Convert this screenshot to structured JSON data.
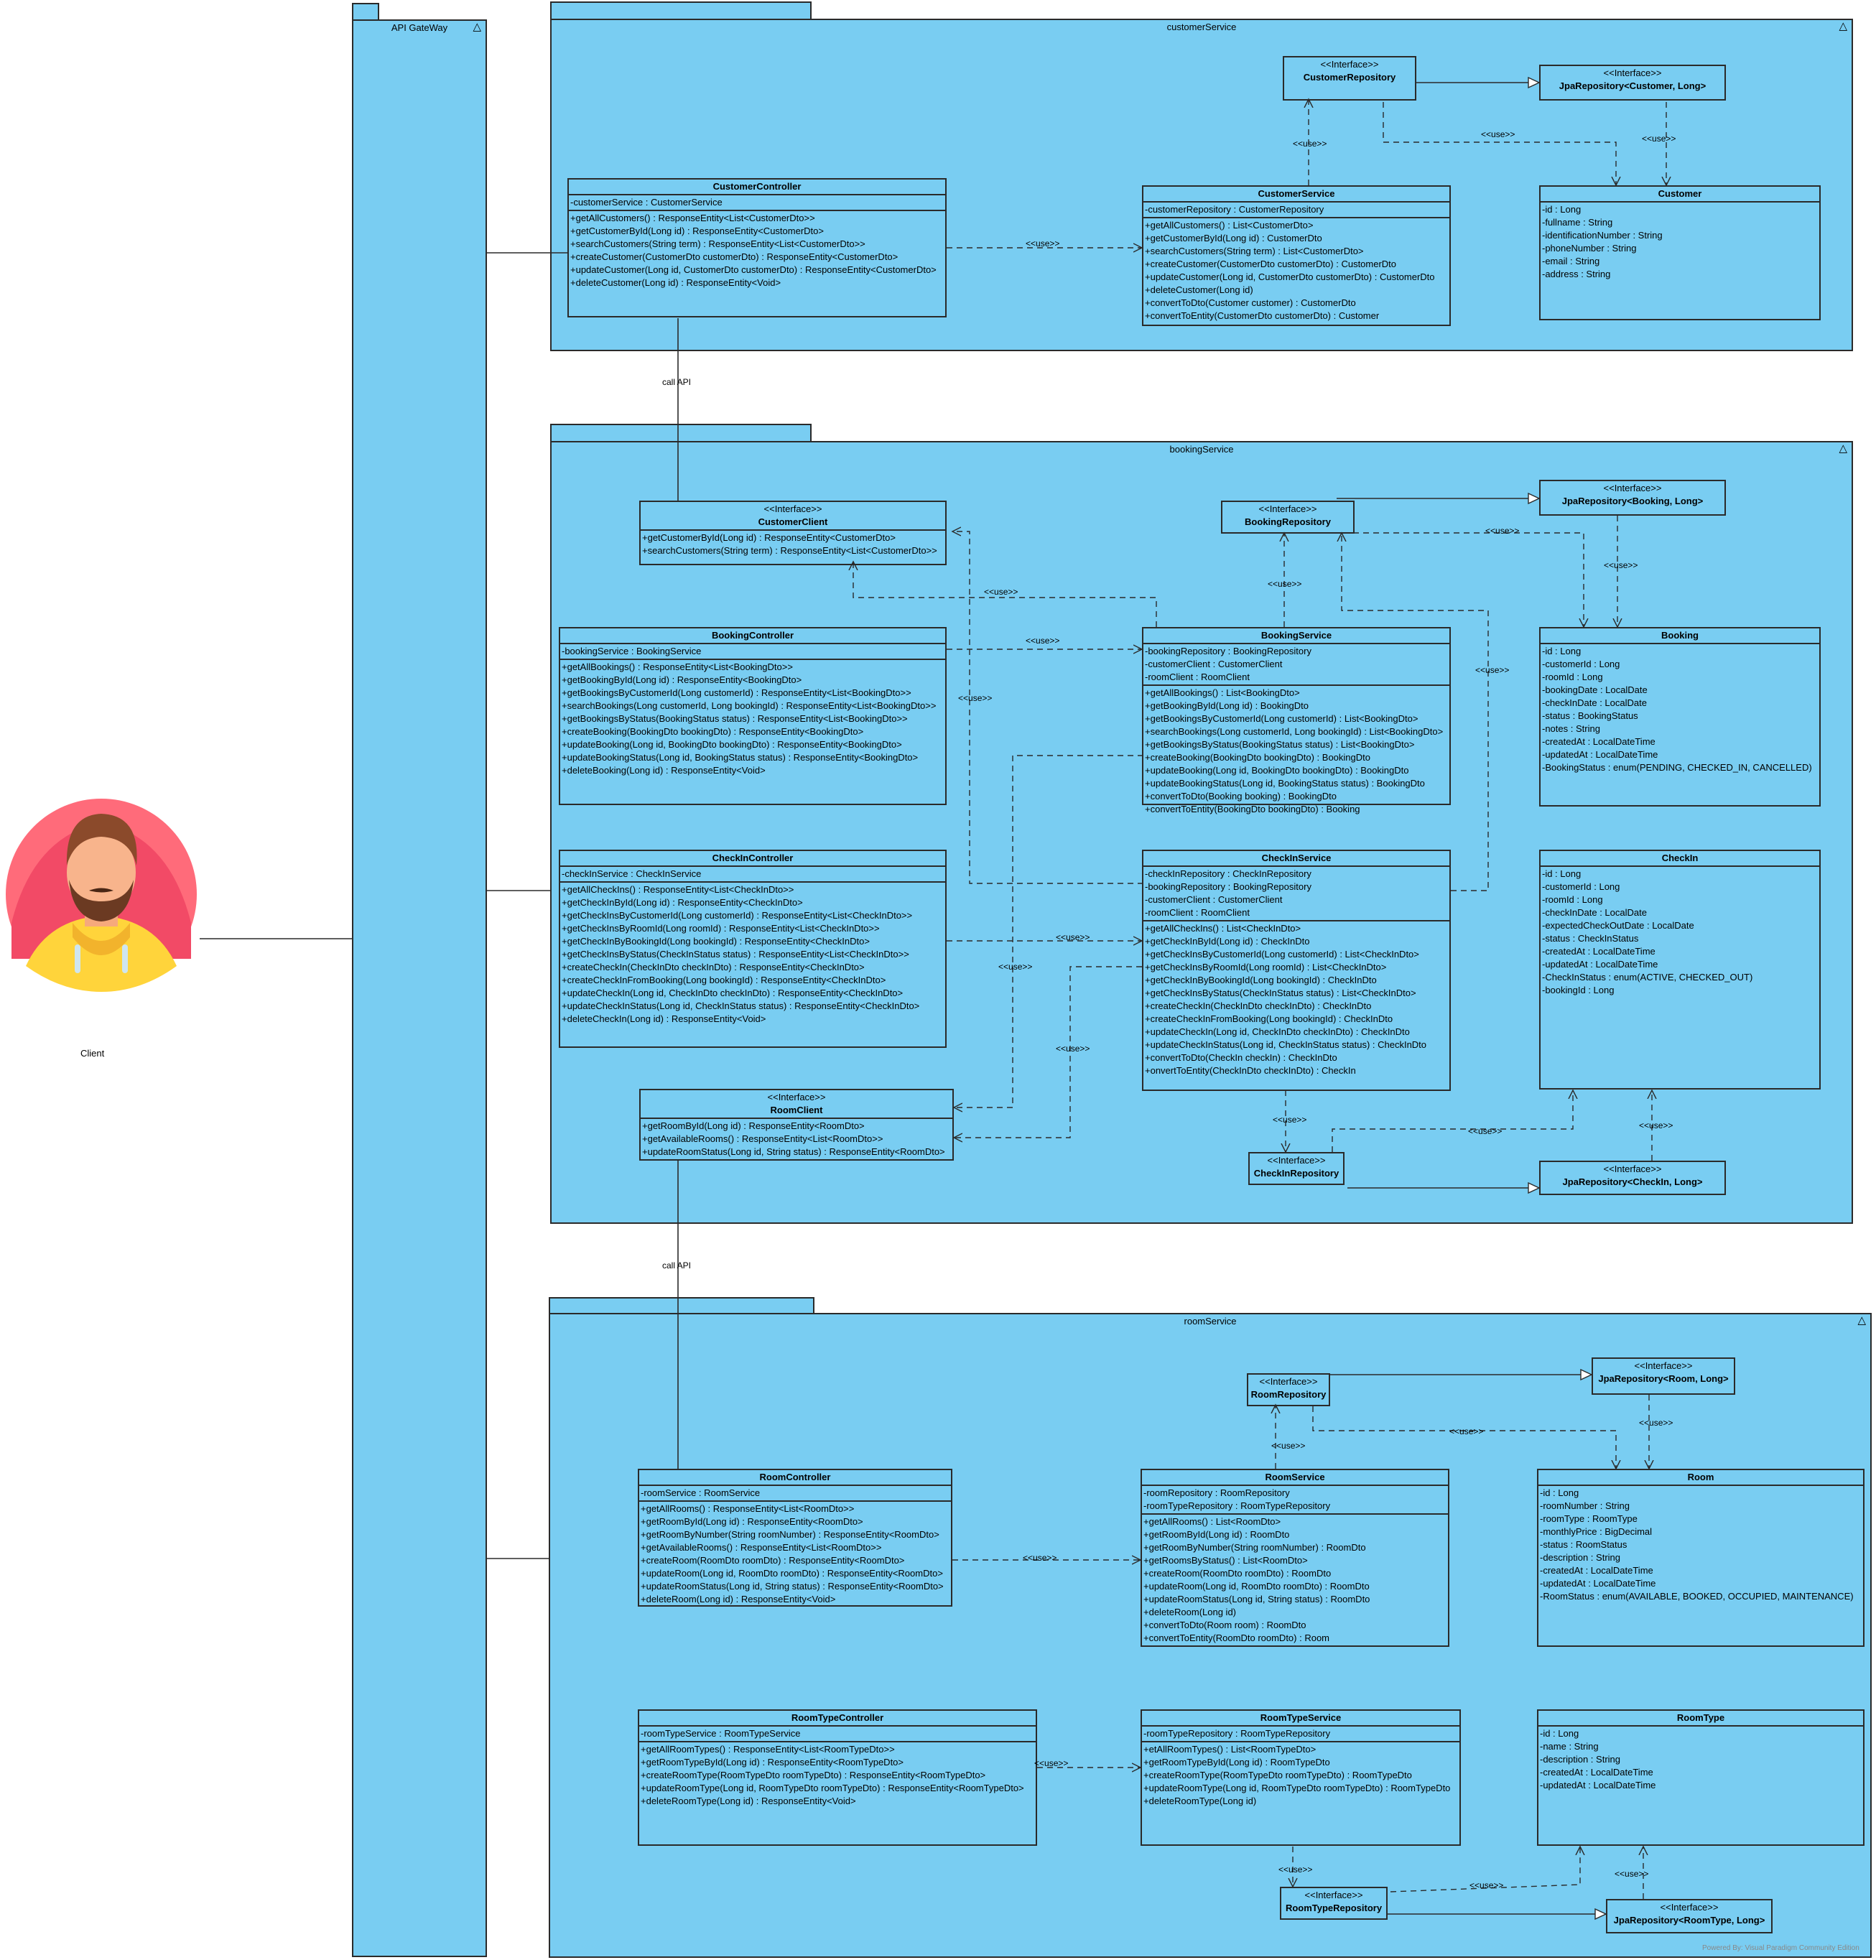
{
  "actor": {
    "label": "Client"
  },
  "gateway": {
    "title": "API GateWay"
  },
  "packages": {
    "customer": {
      "title": "customerService"
    },
    "booking": {
      "title": "bookingService"
    },
    "room": {
      "title": "roomService"
    }
  },
  "classes": {
    "customerController": {
      "name": "CustomerController",
      "attrs": [
        "-customerService : CustomerService"
      ],
      "ops": [
        "+getAllCustomers() : ResponseEntity<List<CustomerDto>>",
        "+getCustomerById(Long id) : ResponseEntity<CustomerDto>",
        "+searchCustomers(String term) : ResponseEntity<List<CustomerDto>>",
        "+createCustomer(CustomerDto customerDto) : ResponseEntity<CustomerDto>",
        "+updateCustomer(Long id, CustomerDto customerDto) : ResponseEntity<CustomerDto>",
        "+deleteCustomer(Long id) : ResponseEntity<Void>"
      ]
    },
    "customerRepository": {
      "stereo": "<<Interface>>",
      "name": "CustomerRepository"
    },
    "jpaCustomer": {
      "stereo": "<<Interface>>",
      "name": "JpaRepository<Customer, Long>"
    },
    "customerService": {
      "name": "CustomerService",
      "attrs": [
        "-customerRepository : CustomerRepository"
      ],
      "ops": [
        "+getAllCustomers() : List<CustomerDto>",
        "+getCustomerById(Long id) : CustomerDto",
        "+searchCustomers(String term) : List<CustomerDto>",
        "+createCustomer(CustomerDto customerDto) : CustomerDto",
        "+updateCustomer(Long id, CustomerDto customerDto) : CustomerDto",
        "+deleteCustomer(Long id)",
        "+convertToDto(Customer customer) : CustomerDto",
        "+convertToEntity(CustomerDto customerDto) : Customer"
      ]
    },
    "customer": {
      "name": "Customer",
      "attrs": [
        "-id : Long",
        "-fullname : String",
        "-identificationNumber : String",
        "-phoneNumber : String",
        "-email : String",
        "-address : String"
      ]
    },
    "customerClient": {
      "stereo": "<<Interface>>",
      "name": "CustomerClient",
      "ops": [
        "+getCustomerById(Long id) : ResponseEntity<CustomerDto>",
        "+searchCustomers(String term) : ResponseEntity<List<CustomerDto>>"
      ]
    },
    "bookingRepository": {
      "stereo": "<<Interface>>",
      "name": "BookingRepository"
    },
    "jpaBooking": {
      "stereo": "<<Interface>>",
      "name": "JpaRepository<Booking, Long>"
    },
    "bookingController": {
      "name": "BookingController",
      "attrs": [
        "-bookingService : BookingService"
      ],
      "ops": [
        "+getAllBookings() : ResponseEntity<List<BookingDto>>",
        "+getBookingById(Long id) : ResponseEntity<BookingDto>",
        "+getBookingsByCustomerId(Long customerId) : ResponseEntity<List<BookingDto>>",
        "+searchBookings(Long customerId, Long bookingId) : ResponseEntity<List<BookingDto>>",
        "+getBookingsByStatus(BookingStatus status) : ResponseEntity<List<BookingDto>>",
        "+createBooking(BookingDto bookingDto) : ResponseEntity<BookingDto>",
        "+updateBooking(Long id, BookingDto bookingDto) : ResponseEntity<BookingDto>",
        "+updateBookingStatus(Long id, BookingStatus status) : ResponseEntity<BookingDto>",
        "+deleteBooking(Long id) : ResponseEntity<Void>"
      ]
    },
    "bookingService": {
      "name": "BookingService",
      "attrs": [
        "-bookingRepository : BookingRepository",
        "-customerClient : CustomerClient",
        "-roomClient : RoomClient"
      ],
      "ops": [
        "+getAllBookings() : List<BookingDto>",
        "+getBookingById(Long id) : BookingDto",
        "+getBookingsByCustomerId(Long customerId) : List<BookingDto>",
        "+searchBookings(Long customerId, Long bookingId) : List<BookingDto>",
        "+getBookingsByStatus(BookingStatus status) : List<BookingDto>",
        "+createBooking(BookingDto bookingDto) : BookingDto",
        "+updateBooking(Long id, BookingDto bookingDto) : BookingDto",
        "+updateBookingStatus(Long id, BookingStatus status) : BookingDto",
        "+convertToDto(Booking booking) : BookingDto",
        "+convertToEntity(BookingDto bookingDto) : Booking"
      ]
    },
    "booking": {
      "name": "Booking",
      "attrs": [
        "-id : Long",
        "-customerId : Long",
        "-roomId : Long",
        "-bookingDate : LocalDate",
        "-checkInDate : LocalDate",
        "-status : BookingStatus",
        "-notes : String",
        "-createdAt : LocalDateTime",
        "-updatedAt : LocalDateTime",
        "-BookingStatus : enum(PENDING, CHECKED_IN, CANCELLED)"
      ]
    },
    "checkInController": {
      "name": "CheckInController",
      "attrs": [
        "-checkInService : CheckInService"
      ],
      "ops": [
        "+getAllCheckIns() : ResponseEntity<List<CheckInDto>>",
        "+getCheckInById(Long id) : ResponseEntity<CheckInDto>",
        "+getCheckInsByCustomerId(Long customerId) : ResponseEntity<List<CheckInDto>>",
        "+getCheckInsByRoomId(Long roomId) : ResponseEntity<List<CheckInDto>>",
        "+getCheckInByBookingId(Long bookingId) : ResponseEntity<CheckInDto>",
        "+getCheckInsByStatus(CheckInStatus status) : ResponseEntity<List<CheckInDto>>",
        "+createCheckIn(CheckInDto checkInDto) : ResponseEntity<CheckInDto>",
        "+createCheckInFromBooking(Long bookingId) : ResponseEntity<CheckInDto>",
        "+updateCheckIn(Long id, CheckInDto checkInDto) : ResponseEntity<CheckInDto>",
        "+updateCheckInStatus(Long id, CheckInStatus status) : ResponseEntity<CheckInDto>",
        "+deleteCheckIn(Long id) : ResponseEntity<Void>"
      ]
    },
    "checkInService": {
      "name": "CheckInService",
      "attrs": [
        "-checkInRepository : CheckInRepository",
        "-bookingRepository : BookingRepository",
        "-customerClient : CustomerClient",
        "-roomClient : RoomClient"
      ],
      "ops": [
        "+getAllCheckIns() : List<CheckInDto>",
        "+getCheckInById(Long id) : CheckInDto",
        "+getCheckInsByCustomerId(Long customerId) : List<CheckInDto>",
        "+getCheckInsByRoomId(Long roomId) : List<CheckInDto>",
        "+getCheckInByBookingId(Long bookingId) : CheckInDto",
        "+getCheckInsByStatus(CheckInStatus status) : List<CheckInDto>",
        "+createCheckIn(CheckInDto checkInDto) : CheckInDto",
        "+createCheckInFromBooking(Long bookingId) : CheckInDto",
        "+updateCheckIn(Long id, CheckInDto checkInDto) : CheckInDto",
        "+updateCheckInStatus(Long id, CheckInStatus status) : CheckInDto",
        "+convertToDto(CheckIn checkIn) : CheckInDto",
        "+onvertToEntity(CheckInDto checkInDto) : CheckIn"
      ]
    },
    "checkIn": {
      "name": "CheckIn",
      "attrs": [
        "-id : Long",
        "-customerId : Long",
        "-roomId : Long",
        "-checkInDate : LocalDate",
        "-expectedCheckOutDate : LocalDate",
        "-status : CheckInStatus",
        "-createdAt : LocalDateTime",
        "-updatedAt : LocalDateTime",
        "-CheckInStatus : enum(ACTIVE, CHECKED_OUT)",
        "-bookingId : Long"
      ]
    },
    "roomClient": {
      "stereo": "<<Interface>>",
      "name": "RoomClient",
      "ops": [
        "+getRoomById(Long id) : ResponseEntity<RoomDto>",
        "+getAvailableRooms() : ResponseEntity<List<RoomDto>>",
        "+updateRoomStatus(Long id, String status) : ResponseEntity<RoomDto>"
      ]
    },
    "checkInRepository": {
      "stereo": "<<Interface>>",
      "name": "CheckInRepository"
    },
    "jpaCheckIn": {
      "stereo": "<<Interface>>",
      "name": "JpaRepository<CheckIn, Long>"
    },
    "roomRepository": {
      "stereo": "<<Interface>>",
      "name": "RoomRepository"
    },
    "jpaRoom": {
      "stereo": "<<Interface>>",
      "name": "JpaRepository<Room, Long>"
    },
    "roomController": {
      "name": "RoomController",
      "attrs": [
        "-roomService : RoomService"
      ],
      "ops": [
        "+getAllRooms() : ResponseEntity<List<RoomDto>>",
        "+getRoomById(Long id) : ResponseEntity<RoomDto>",
        "+getRoomByNumber(String roomNumber) : ResponseEntity<RoomDto>",
        "+getAvailableRooms() : ResponseEntity<List<RoomDto>>",
        "+createRoom(RoomDto roomDto) : ResponseEntity<RoomDto>",
        "+updateRoom(Long id, RoomDto roomDto) : ResponseEntity<RoomDto>",
        "+updateRoomStatus(Long id, String status) : ResponseEntity<RoomDto>",
        "+deleteRoom(Long id) : ResponseEntity<Void>"
      ]
    },
    "roomService": {
      "name": "RoomService",
      "attrs": [
        "-roomRepository : RoomRepository",
        "-roomTypeRepository : RoomTypeRepository"
      ],
      "ops": [
        "+getAllRooms() : List<RoomDto>",
        "+getRoomById(Long id) : RoomDto",
        "+getRoomByNumber(String roomNumber) : RoomDto",
        "+getRoomsByStatus() : List<RoomDto>",
        "+createRoom(RoomDto roomDto) : RoomDto",
        "+updateRoom(Long id, RoomDto roomDto) : RoomDto",
        "+updateRoomStatus(Long id, String status) : RoomDto",
        "+deleteRoom(Long id)",
        "+convertToDto(Room room) : RoomDto",
        "+convertToEntity(RoomDto roomDto) : Room"
      ]
    },
    "room": {
      "name": "Room",
      "attrs": [
        "-id : Long",
        "-roomNumber : String",
        "-roomType : RoomType",
        "-monthlyPrice : BigDecimal",
        "-status : RoomStatus",
        "-description : String",
        "-createdAt : LocalDateTime",
        "-updatedAt : LocalDateTime",
        "-RoomStatus : enum(AVAILABLE, BOOKED, OCCUPIED, MAINTENANCE)"
      ]
    },
    "roomTypeController": {
      "name": "RoomTypeController",
      "attrs": [
        "-roomTypeService : RoomTypeService"
      ],
      "ops": [
        "+getAllRoomTypes() : ResponseEntity<List<RoomTypeDto>>",
        "+getRoomTypeById(Long id) : ResponseEntity<RoomTypeDto>",
        "+createRoomType(RoomTypeDto roomTypeDto) : ResponseEntity<RoomTypeDto>",
        "+updateRoomType(Long id, RoomTypeDto roomTypeDto) : ResponseEntity<RoomTypeDto>",
        "+deleteRoomType(Long id) : ResponseEntity<Void>"
      ]
    },
    "roomTypeService": {
      "name": "RoomTypeService",
      "attrs": [
        "-roomTypeRepository : RoomTypeRepository"
      ],
      "ops": [
        "+etAllRoomTypes() : List<RoomTypeDto>",
        "+getRoomTypeById(Long id) : RoomTypeDto",
        "+createRoomType(RoomTypeDto roomTypeDto) : RoomTypeDto",
        "+updateRoomType(Long id, RoomTypeDto roomTypeDto) : RoomTypeDto",
        "+deleteRoomType(Long id)"
      ]
    },
    "roomType": {
      "name": "RoomType",
      "attrs": [
        "-id : Long",
        "-name : String",
        "-description : String",
        "-createdAt : LocalDateTime",
        "-updatedAt : LocalDateTime"
      ]
    },
    "roomTypeRepository": {
      "stereo": "<<Interface>>",
      "name": "RoomTypeRepository"
    },
    "jpaRoomType": {
      "stereo": "<<Interface>>",
      "name": "JpaRepository<RoomType, Long>"
    }
  },
  "labels": {
    "use": "<<use>>",
    "callApi": "call API"
  },
  "footer": "Powered By: Visual Paradigm Community Edition",
  "colors": {
    "package_fill": "#79CDF2",
    "line": "#2a2a2a"
  }
}
